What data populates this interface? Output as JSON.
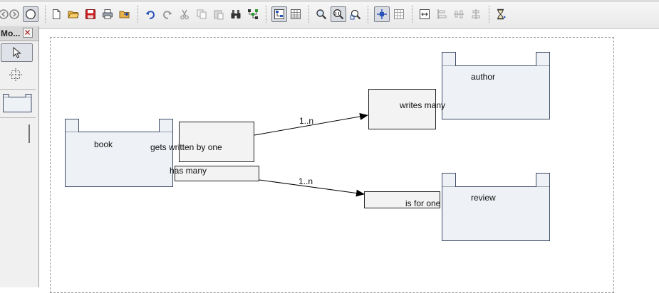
{
  "palette": {
    "title": "Mo..."
  },
  "colors": {
    "class_fill": "#eef1f6",
    "class_border": "#3e4d66",
    "role_fill": "#f3f3f3",
    "role_border": "#222222",
    "edge": "#000000",
    "accent_red": "#cc2222",
    "accent_blue": "#2a54b8"
  },
  "toolbar_icons": [
    "back-icon",
    "forward-icon",
    "navigator-icon",
    "new-document-icon",
    "open-folder-icon",
    "save-icon",
    "print-icon",
    "export-icon",
    "undo-icon",
    "redo-icon",
    "cut-icon",
    "copy-icon",
    "paste-icon",
    "find-icon",
    "tree-icon",
    "layout-icon",
    "grid-view-icon",
    "zoom-in-icon",
    "zoom-actual-icon",
    "zoom-fit-icon",
    "snap-icon",
    "grid-icon",
    "align-center-icon",
    "align-vertical-icon",
    "align-horizontal-icon",
    "distribute-icon",
    "hourglass-icon"
  ],
  "diagram": {
    "classes": {
      "book": "book",
      "author": "author",
      "review": "review"
    },
    "roles": {
      "gets_written_by_one": "gets written by one",
      "writes_many": "writes many",
      "has_many": "has many",
      "is_for_one": "is for one"
    },
    "multiplicities": {
      "book_author": "1..n",
      "book_review": "1..n"
    }
  }
}
